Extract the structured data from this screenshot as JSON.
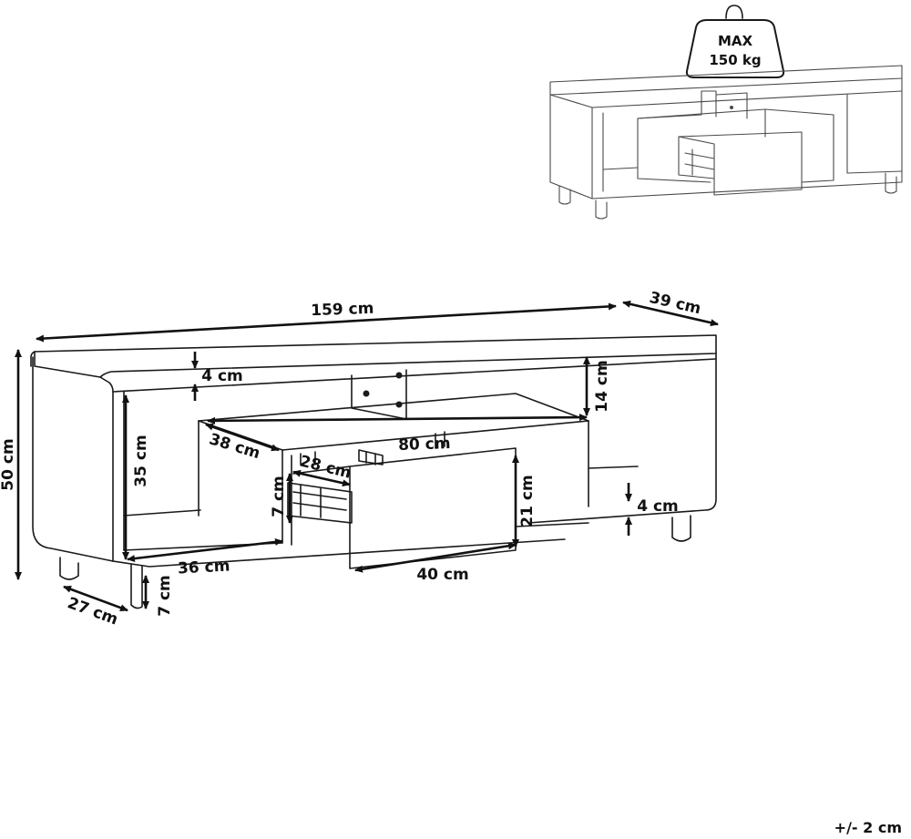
{
  "weight_badge": {
    "line1": "MAX",
    "line2": "150 kg"
  },
  "tolerance": "+/- 2 cm",
  "dimensions": {
    "width": "159 cm",
    "depth": "39 cm",
    "height": "50 cm",
    "top_thickness": "4 cm",
    "upper_shelf_gap": "14 cm",
    "center_width": "80 cm",
    "side_compartment_height": "35 cm",
    "center_compartment_depth": "38 cm",
    "drawer_depth": "28 cm",
    "drawer_slide_height": "7 cm",
    "drawer_front_height": "21 cm",
    "bottom_thickness": "4 cm",
    "side_compartment_width": "36 cm",
    "drawer_width": "40 cm",
    "leg_height": "7 cm",
    "leg_depth": "27 cm"
  }
}
